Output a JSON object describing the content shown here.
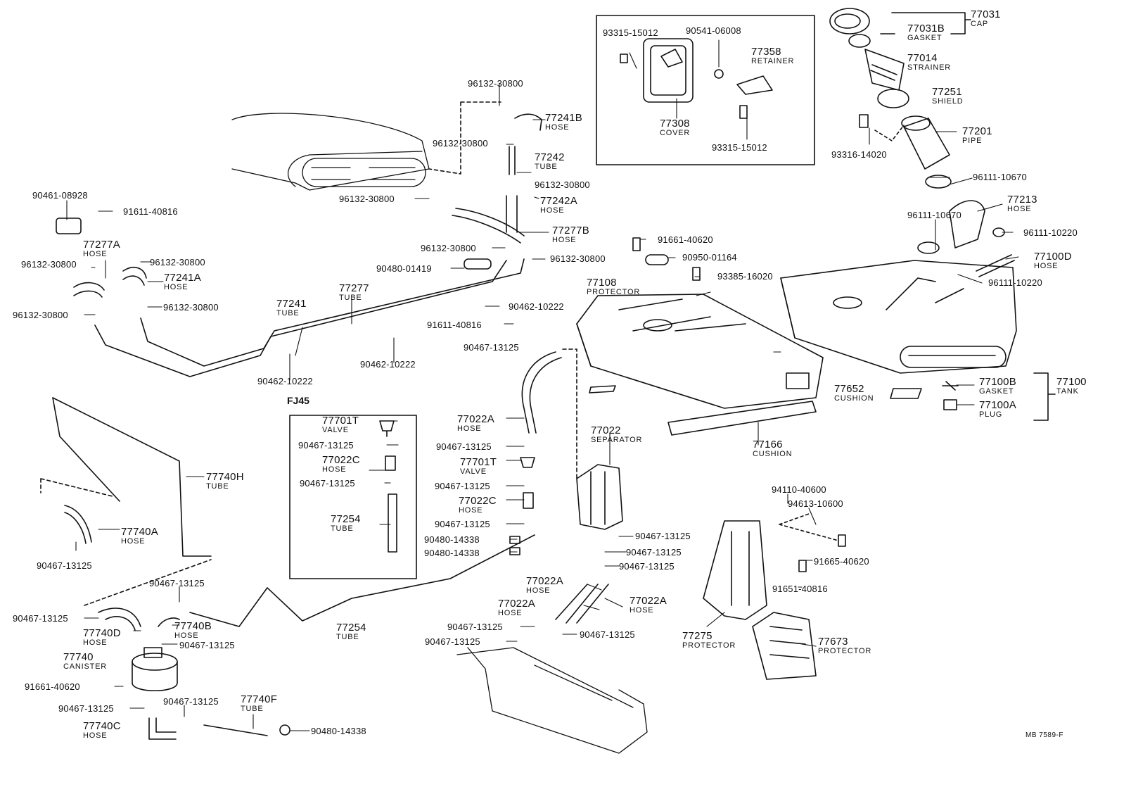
{
  "parts": {
    "p77031": {
      "num": "77031",
      "name": "CAP"
    },
    "p77031B": {
      "num": "77031B",
      "name": "GASKET"
    },
    "p77014": {
      "num": "77014",
      "name": "STRAINER"
    },
    "p77251": {
      "num": "77251",
      "name": "SHIELD"
    },
    "p77201": {
      "num": "77201",
      "name": "PIPE"
    },
    "p77213": {
      "num": "77213",
      "name": "HOSE"
    },
    "p77100D": {
      "num": "77100D",
      "name": "HOSE"
    },
    "p77100": {
      "num": "77100",
      "name": "TANK"
    },
    "p77100B": {
      "num": "77100B",
      "name": "GASKET"
    },
    "p77100A": {
      "num": "77100A",
      "name": "PLUG"
    },
    "p77652": {
      "num": "77652",
      "name": "CUSHION"
    },
    "p77166": {
      "num": "77166",
      "name": "CUSHION"
    },
    "p77108": {
      "num": "77108",
      "name": "PROTECTOR"
    },
    "p77358": {
      "num": "77358",
      "name": "RETAINER"
    },
    "p77308": {
      "num": "77308",
      "name": "COVER"
    },
    "p77241B": {
      "num": "77241B",
      "name": "HOSE"
    },
    "p77242": {
      "num": "77242",
      "name": "TUBE"
    },
    "p77242A": {
      "num": "77242A",
      "name": "HOSE"
    },
    "p77277B": {
      "num": "77277B",
      "name": "HOSE"
    },
    "p77277A": {
      "num": "77277A",
      "name": "HOSE"
    },
    "p77241A": {
      "num": "77241A",
      "name": "HOSE"
    },
    "p77241": {
      "num": "77241",
      "name": "TUBE"
    },
    "p77277": {
      "num": "77277",
      "name": "TUBE"
    },
    "p77022A_top": {
      "num": "77022A",
      "name": "HOSE"
    },
    "p77022": {
      "num": "77022",
      "name": "SEPARATOR"
    },
    "p77701T_a": {
      "num": "77701T",
      "name": "VALVE"
    },
    "p77022C_a": {
      "num": "77022C",
      "name": "HOSE"
    },
    "p77254_a": {
      "num": "77254",
      "name": "TUBE"
    },
    "p77701T_b": {
      "num": "77701T",
      "name": "VALVE"
    },
    "p77022C_b": {
      "num": "77022C",
      "name": "HOSE"
    },
    "p77740H": {
      "num": "77740H",
      "name": "TUBE"
    },
    "p77740A": {
      "num": "77740A",
      "name": "HOSE"
    },
    "p77740D": {
      "num": "77740D",
      "name": "HOSE"
    },
    "p77740B": {
      "num": "77740B",
      "name": "HOSE"
    },
    "p77740": {
      "num": "77740",
      "name": "CANISTER"
    },
    "p77740C": {
      "num": "77740C",
      "name": "HOSE"
    },
    "p77740F": {
      "num": "77740F",
      "name": "TUBE"
    },
    "p77254_b": {
      "num": "77254",
      "name": "TUBE"
    },
    "p77022A_m1": {
      "num": "77022A",
      "name": "HOSE"
    },
    "p77022A_m2": {
      "num": "77022A",
      "name": "HOSE"
    },
    "p77022A_m3": {
      "num": "77022A",
      "name": "HOSE"
    },
    "p77275": {
      "num": "77275",
      "name": "PROTECTOR"
    },
    "p77673": {
      "num": "77673",
      "name": "PROTECTOR"
    }
  },
  "numbers": {
    "n93315_15012_a": "93315-15012",
    "n90541_06008": "90541-06008",
    "n93315_15012_b": "93315-15012",
    "n93316_14020": "93316-14020",
    "n96111_10670_a": "96111-10670",
    "n96111_10670_b": "96111-10670",
    "n96111_10220_a": "96111-10220",
    "n96111_10220_b": "96111-10220",
    "n91661_40620_a": "91661-40620",
    "n90950_01164": "90950-01164",
    "n93385_16020": "93385-16020",
    "n96132_30800_1": "96132-30800",
    "n96132_30800_2": "96132-30800",
    "n96132_30800_3": "96132-30800",
    "n96132_30800_4": "96132-30800",
    "n96132_30800_5": "96132-30800",
    "n96132_30800_6": "96132-30800",
    "n96132_30800_7": "96132-30800",
    "n96132_30800_8": "96132-30800",
    "n96132_30800_9": "96132-30800",
    "n96132_30800_10": "96132-30800",
    "n90461_08928": "90461-08928",
    "n91611_40816_a": "91611-40816",
    "n90480_01419": "90480-01419",
    "n90462_10222_a": "90462-10222",
    "n91611_40816_b": "91611-40816",
    "n90462_10222_b": "90462-10222",
    "n90462_10222_c": "90462-10222",
    "n90467_13125_1": "90467-13125",
    "n90467_13125_2": "90467-13125",
    "n90467_13125_3": "90467-13125",
    "n90467_13125_4": "90467-13125",
    "n90467_13125_5": "90467-13125",
    "n90467_13125_6": "90467-13125",
    "n90480_14338_a": "90480-14338",
    "n90480_14338_b": "90480-14338",
    "n90467_13125_7": "90467-13125",
    "n90467_13125_8": "90467-13125",
    "n90467_13125_9": "90467-13125",
    "n90467_13125_10": "90467-13125",
    "n90467_13125_11": "90467-13125",
    "n90467_13125_12": "90467-13125",
    "n90467_13125_13": "90467-13125",
    "n91661_40620_b": "91661-40620",
    "n90467_13125_14": "90467-13125",
    "n90467_13125_15": "90467-13125",
    "n90480_14338_c": "90480-14338",
    "n90467_13125_16": "90467-13125",
    "n90467_13125_17": "90467-13125",
    "n90467_13125_18": "90467-13125",
    "n94110_40600": "94110-40600",
    "n94613_10600": "94613-10600",
    "n91665_40620": "91665-40620",
    "n91651_40816": "91651-40816"
  },
  "box_title": "FJ45",
  "footer": "MB  7589-F"
}
